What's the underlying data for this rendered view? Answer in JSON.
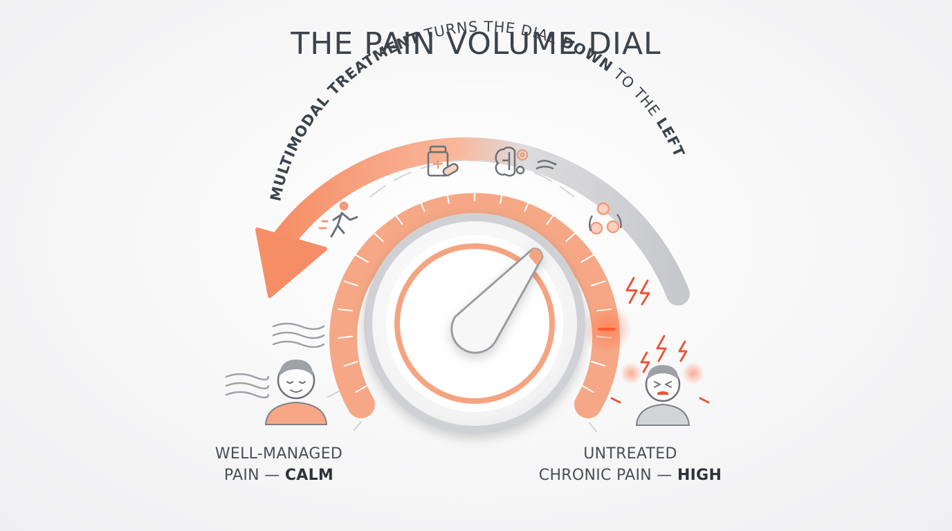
{
  "title": "THE PAIN VOLUME DIAL",
  "arc_text": {
    "part1": "MULTIMODAL TREATMENT",
    "part2": " TURNS THE DIAL ",
    "part3": "DOWN",
    "part4": " TO THE ",
    "part5": "LEFT"
  },
  "labels": {
    "left_line1": "WELL-MANAGED",
    "left_line2_prefix": "PAIN — ",
    "left_line2_bold": "CALM",
    "right_line1": "UNTREATED",
    "right_line2_prefix": "CHRONIC PAIN — ",
    "right_line2_bold": "HIGH"
  },
  "icons": [
    "walking-person-icon",
    "medication-icon",
    "brain-gears-icon",
    "nutrition-cycle-icon",
    "lightning-icon"
  ],
  "dial": {
    "level_percent": 62
  },
  "colors": {
    "accent_orange": "#f59a72",
    "accent_orange_dark": "#ef7d55",
    "gray": "#c9cacd",
    "text_dark": "#3d434a",
    "pain_red": "#e8553a"
  }
}
